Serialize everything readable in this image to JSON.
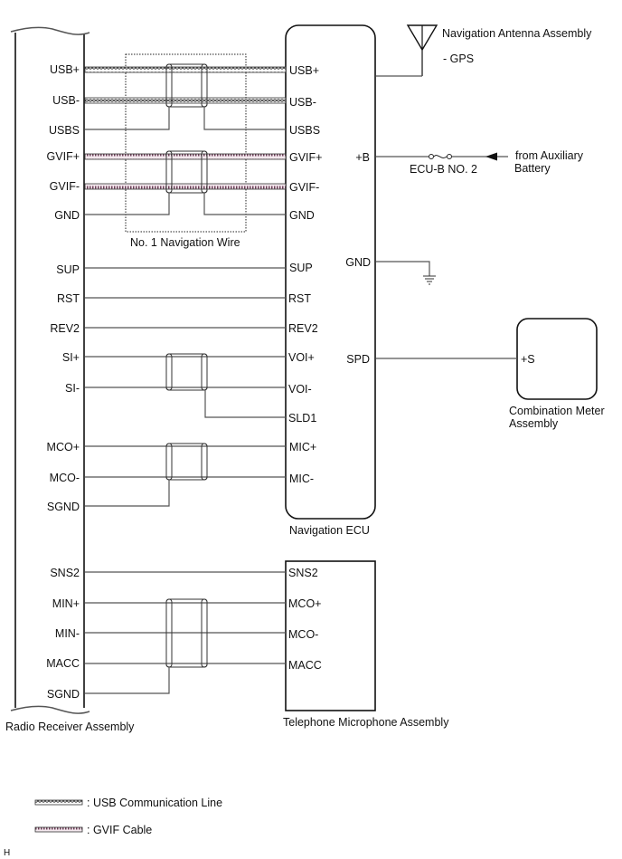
{
  "components": {
    "radio_receiver": {
      "label": "Radio Receiver Assembly",
      "pins": [
        "USB+",
        "USB-",
        "USBS",
        "GVIF+",
        "GVIF-",
        "GND",
        "SUP",
        "RST",
        "REV2",
        "SI+",
        "SI-",
        "MCO+",
        "MCO-",
        "SGND",
        "SNS2",
        "MIN+",
        "MIN-",
        "MACC",
        "SGND"
      ]
    },
    "navigation_ecu": {
      "label": "Navigation ECU",
      "left_pins": [
        "USB+",
        "USB-",
        "USBS",
        "GVIF+",
        "GVIF-",
        "GND",
        "SUP",
        "RST",
        "REV2",
        "VOI+",
        "VOI-",
        "SLD1",
        "MIC+",
        "MIC-"
      ],
      "right_pins": [
        "+B",
        "GND",
        "SPD"
      ]
    },
    "telephone_microphone": {
      "label": "Telephone Microphone Assembly",
      "pins": [
        "SNS2",
        "MCO+",
        "MCO-",
        "MACC"
      ]
    },
    "navigation_antenna": {
      "label": "Navigation Antenna Assembly",
      "sublabel": "- GPS"
    },
    "combination_meter": {
      "label_line1": "Combination Meter",
      "label_line2": "Assembly",
      "pin": "+S"
    },
    "fuse": {
      "label": "ECU-B NO. 2"
    },
    "power_source": {
      "line1": "from Auxiliary",
      "line2": "Battery"
    },
    "wire_harness": {
      "label": "No. 1 Navigation Wire"
    }
  },
  "legend": [
    {
      "pattern": "usb",
      "label": ": USB Communication Line",
      "color": "#333333"
    },
    {
      "pattern": "gvif",
      "label": ": GVIF Cable",
      "color": "#6a3d55"
    }
  ],
  "footer_mark": "H"
}
